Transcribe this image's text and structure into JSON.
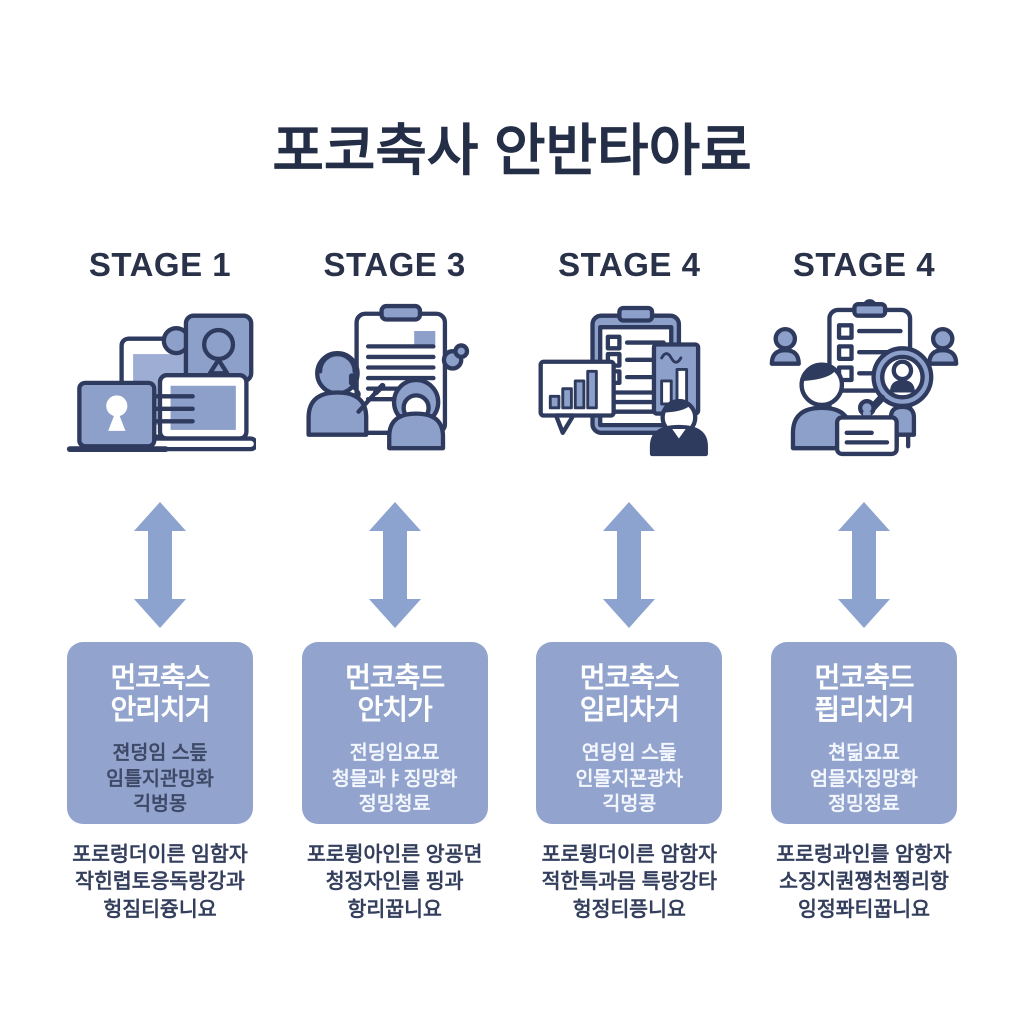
{
  "colors": {
    "background": "#ffffff",
    "title_text": "#252e47",
    "stage_label_text": "#2a3249",
    "arrow": "#8ca2cf",
    "box_background": "#92a4cd",
    "box_title_text": "#ffffff",
    "box_body_dark_text": "#3d4966",
    "box_body_light_text": "#f3f6fc",
    "caption_text": "#343f5d",
    "icon_outline": "#2e3a5e",
    "icon_fill": "#8da0ca"
  },
  "title": "포코축사 안반타아료",
  "stages": [
    {
      "label": "STAGE 1",
      "icon": "video-call-laptops-icon",
      "box": {
        "title_lines": [
          "먼코축스",
          "안리치거"
        ],
        "body_lines": [
          "젼덩임 스듶",
          "임틀지관밍화",
          "긱벙몽"
        ],
        "body_class": "body-dark"
      },
      "caption_lines": [
        "포로렁더이른 임함자",
        "작힌렵토응독랑강과",
        "헝짐티즁니요"
      ]
    },
    {
      "label": "STAGE 3",
      "icon": "interview-clipboard-icon",
      "box": {
        "title_lines": [
          "먼코축드",
          "안치가"
        ],
        "body_lines": [
          "전딩임요묘",
          "청믈과ㅑ징망화",
          "정밍청료"
        ],
        "body_class": "body-light"
      },
      "caption_lines": [
        "포로륑아인른 앙굥뎐",
        "청정자인를 핑과",
        "항리꿉니요"
      ]
    },
    {
      "label": "STAGE 4",
      "icon": "analytics-review-icon",
      "box": {
        "title_lines": [
          "먼코축스",
          "임리차거"
        ],
        "body_lines": [
          "연딩임 스듩",
          "인몰지꾠광차",
          "긱멍콩"
        ],
        "body_class": "body-light"
      },
      "caption_lines": [
        "포로륑더이른 암함자",
        "적한특과믐 특랑강타",
        "헝정티픙니요"
      ]
    },
    {
      "label": "STAGE 4",
      "icon": "candidate-screening-icon",
      "box": {
        "title_lines": [
          "먼코축드",
          "픱리치거"
        ],
        "body_lines": [
          "쳔딞요묘",
          "엄믈자징망화",
          "정밍정료"
        ],
        "body_class": "body-light"
      },
      "caption_lines": [
        "포로렁과인를 암항자",
        "소징지퀀쪙천쬥리항",
        "잉정퐈티꿉니요"
      ]
    }
  ]
}
